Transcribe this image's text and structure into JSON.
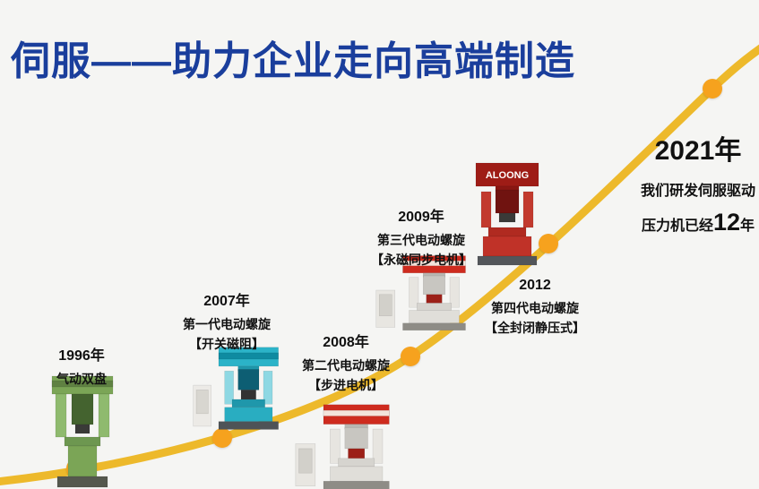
{
  "title": "伺服——助力企业走向高端制造",
  "colors": {
    "title_blue": "#1a3e9c",
    "curve_gold": "#edb92b",
    "dot_orange": "#f6a21e",
    "background": "#f5f5f3",
    "text_dark": "#111111",
    "machine_green": "#7ba556",
    "machine_teal": "#2bb3c8",
    "machine_red": "#ce2b1e",
    "machine_dark_red": "#9e1c16"
  },
  "milestones": [
    {
      "year": "1996年",
      "line1": "气动双盘",
      "line2": ""
    },
    {
      "year": "2007年",
      "line1": "第一代电动螺旋",
      "line2": "【开关磁阻】"
    },
    {
      "year": "2008年",
      "line1": "第二代电动螺旋",
      "line2": "【步进电机】"
    },
    {
      "year": "2009年",
      "line1": "第三代电动螺旋",
      "line2": "【永磁同步电机】"
    },
    {
      "year": "2012",
      "line1": "第四代电动螺旋",
      "line2": "【全封闭静压式】"
    }
  ],
  "endpoint": {
    "year": "2021年",
    "line1": "我们研发伺服驱动",
    "line2_prefix": "压力机已经",
    "line2_number": "12",
    "line2_suffix": "年"
  },
  "machines": {
    "press_2012_brand": "ALOONG"
  }
}
